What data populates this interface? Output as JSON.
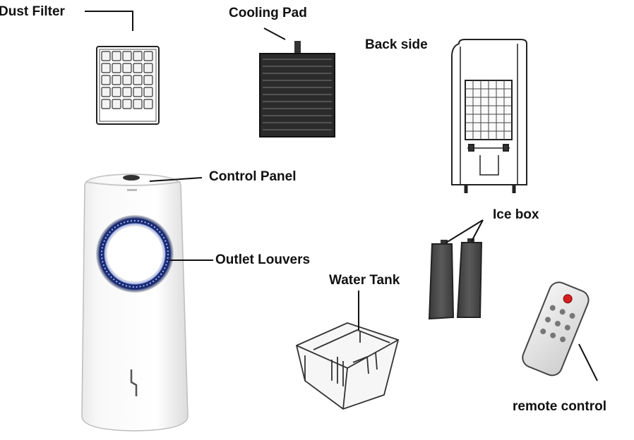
{
  "labels": {
    "dust_filter": "Dust Filter",
    "cooling_pad": "Cooling Pad",
    "back_side": "Back side",
    "control_panel": "Control Panel",
    "ice_box": "Ice box",
    "outlet_louvers": "Outlet Louvers",
    "water_tank": "Water Tank",
    "remote_control": "remote control"
  },
  "colors": {
    "text": "#111111",
    "leader_line": "#111111",
    "louver_ring": "#1a2a6e",
    "louver_glow": "#6f86d8",
    "ice_box": "#4a4a4a",
    "cooling_pad": "#2b2b2b",
    "remote_button_red": "#d62020"
  }
}
